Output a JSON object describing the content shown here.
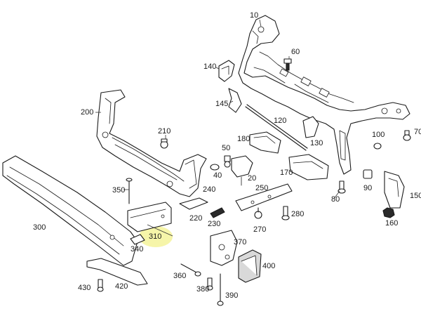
{
  "colors": {
    "highlight": "#f4f39a",
    "line": "#1a1a1a",
    "background": "#ffffff"
  },
  "highlighted_callout": "310",
  "callouts": [
    {
      "id": "c10",
      "label": "10"
    },
    {
      "id": "c60",
      "label": "60"
    },
    {
      "id": "c140",
      "label": "140"
    },
    {
      "id": "c145",
      "label": "145"
    },
    {
      "id": "c120",
      "label": "120"
    },
    {
      "id": "c200",
      "label": "200"
    },
    {
      "id": "c210",
      "label": "210"
    },
    {
      "id": "c180",
      "label": "180"
    },
    {
      "id": "c130",
      "label": "130"
    },
    {
      "id": "c100",
      "label": "100"
    },
    {
      "id": "c50",
      "label": "50"
    },
    {
      "id": "c40",
      "label": "40"
    },
    {
      "id": "c20",
      "label": "20"
    },
    {
      "id": "c170",
      "label": "170"
    },
    {
      "id": "c90",
      "label": "90"
    },
    {
      "id": "c350",
      "label": "350"
    },
    {
      "id": "c240",
      "label": "240"
    },
    {
      "id": "c250",
      "label": "250"
    },
    {
      "id": "c80",
      "label": "80"
    },
    {
      "id": "c150",
      "label": "150"
    },
    {
      "id": "c300",
      "label": "300"
    },
    {
      "id": "c280",
      "label": "280"
    },
    {
      "id": "c220",
      "label": "220"
    },
    {
      "id": "c230",
      "label": "230"
    },
    {
      "id": "c270",
      "label": "270"
    },
    {
      "id": "c160",
      "label": "160"
    },
    {
      "id": "c310",
      "label": "310"
    },
    {
      "id": "c340",
      "label": "340"
    },
    {
      "id": "c370",
      "label": "370"
    },
    {
      "id": "c400",
      "label": "400"
    },
    {
      "id": "c360",
      "label": "360"
    },
    {
      "id": "c380",
      "label": "380"
    },
    {
      "id": "c390",
      "label": "390"
    },
    {
      "id": "c430",
      "label": "430"
    },
    {
      "id": "c420",
      "label": "420"
    },
    {
      "id": "c70",
      "label": "70"
    }
  ]
}
